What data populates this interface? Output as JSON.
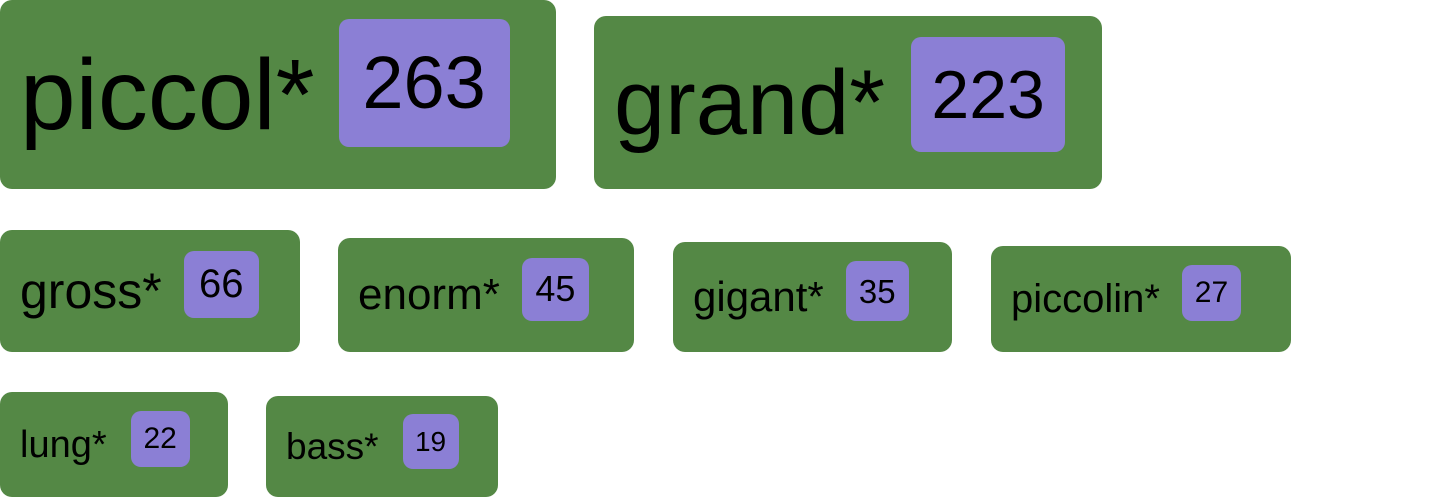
{
  "colors": {
    "tag_background": "#548845",
    "badge_background": "#8b7fd5",
    "text": "#000000"
  },
  "tags": [
    {
      "label": "piccol*",
      "count": "263"
    },
    {
      "label": "grand*",
      "count": "223"
    },
    {
      "label": "gross*",
      "count": "66"
    },
    {
      "label": "enorm*",
      "count": "45"
    },
    {
      "label": "gigant*",
      "count": "35"
    },
    {
      "label": "piccolin*",
      "count": "27"
    },
    {
      "label": "lung*",
      "count": "22"
    },
    {
      "label": "bass*",
      "count": "19"
    }
  ]
}
